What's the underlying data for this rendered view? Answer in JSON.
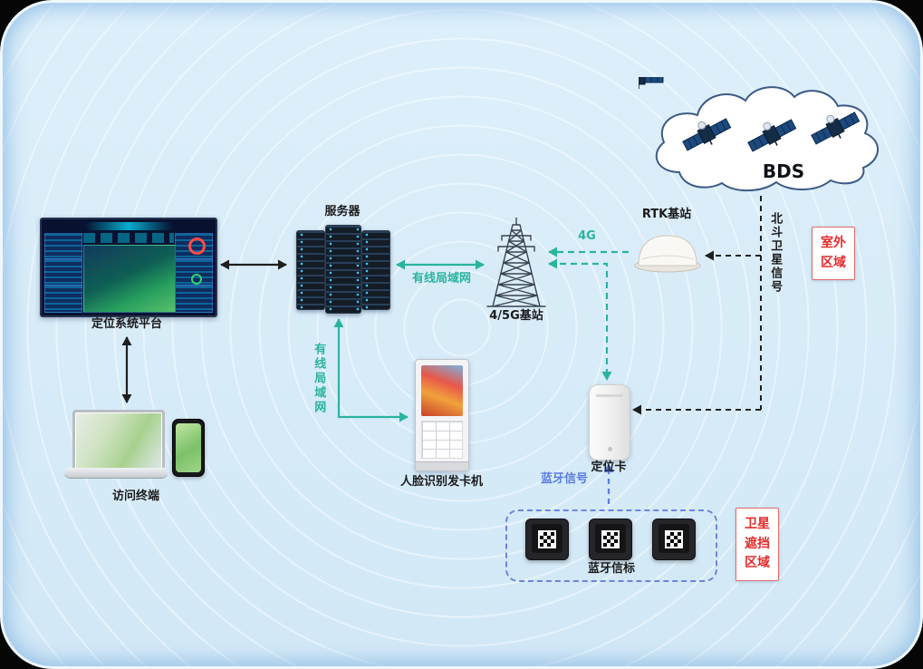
{
  "nodes": {
    "platform": {
      "label": "定位系统平台"
    },
    "terminal": {
      "label": "访问终端"
    },
    "server": {
      "label": "服务器"
    },
    "tower": {
      "label": "4/5G基站"
    },
    "rtk": {
      "label": "RTK基站"
    },
    "bds": {
      "label": "BDS"
    },
    "kiosk": {
      "label": "人脸识别发卡机"
    },
    "card": {
      "label": "定位卡"
    },
    "beacons": {
      "label": "蓝牙信标"
    }
  },
  "links": {
    "wired_lan_horizontal": {
      "label": "有线局域网"
    },
    "wired_lan_vertical": {
      "label": "有线局域网"
    },
    "cellular_4g": {
      "label": "4G"
    },
    "beidou_signal": {
      "label": "北斗卫星信号"
    },
    "bluetooth_signal": {
      "label": "蓝牙信号"
    }
  },
  "zones": {
    "outdoor": {
      "label": "室外区域"
    },
    "satellite_blocked": {
      "label": "卫星遮挡区域"
    }
  },
  "colors": {
    "teal": "#2ab4a0",
    "blue": "#5b7de0",
    "red": "#e42a2a",
    "line_black": "#1f1f1f",
    "background": "#d9ecf8"
  }
}
